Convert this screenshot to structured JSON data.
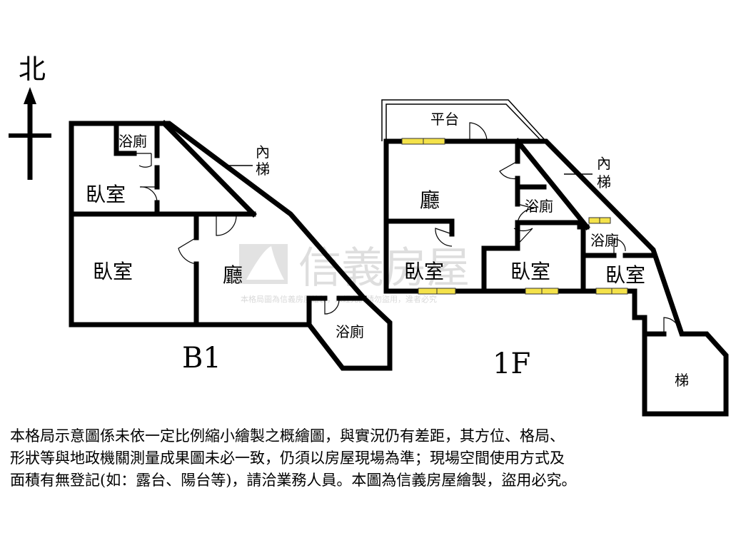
{
  "compass": {
    "north_label": "北"
  },
  "b1": {
    "level_label": "B1",
    "rooms": {
      "bath_top": "浴廁",
      "bedroom_small": "臥室",
      "bedroom_large": "臥室",
      "living": "廳",
      "bath_bottom": "浴廁"
    },
    "stair": {
      "line1": "內",
      "line2": "梯"
    }
  },
  "f1": {
    "level_label": "1F",
    "rooms": {
      "platform": "平台",
      "living": "廳",
      "bath_center": "浴廁",
      "bedroom_left": "臥室",
      "bedroom_mid": "臥室",
      "bath_right": "浴廁",
      "bedroom_right": "臥室",
      "stair_room": "梯"
    },
    "stair": {
      "line1": "內",
      "line2": "梯"
    }
  },
  "watermark": {
    "brand": "信義房屋",
    "notice": "本格局圖為信義房屋繪製，未經允許請勿盜用，違者必究"
  },
  "disclaimer": {
    "lines": [
      "本格局示意圖係未依一定比例縮小繪製之概繪圖，與實況仍有差距，其方位、格局、",
      "形狀等與地政機關測量成果圖未必一致，仍須以房屋現場為準；現場空間使用方式及",
      "面積有無登記(如：露台、陽台等)，請洽業務人員。本圖為信義房屋繪製，盜用必究。"
    ]
  }
}
